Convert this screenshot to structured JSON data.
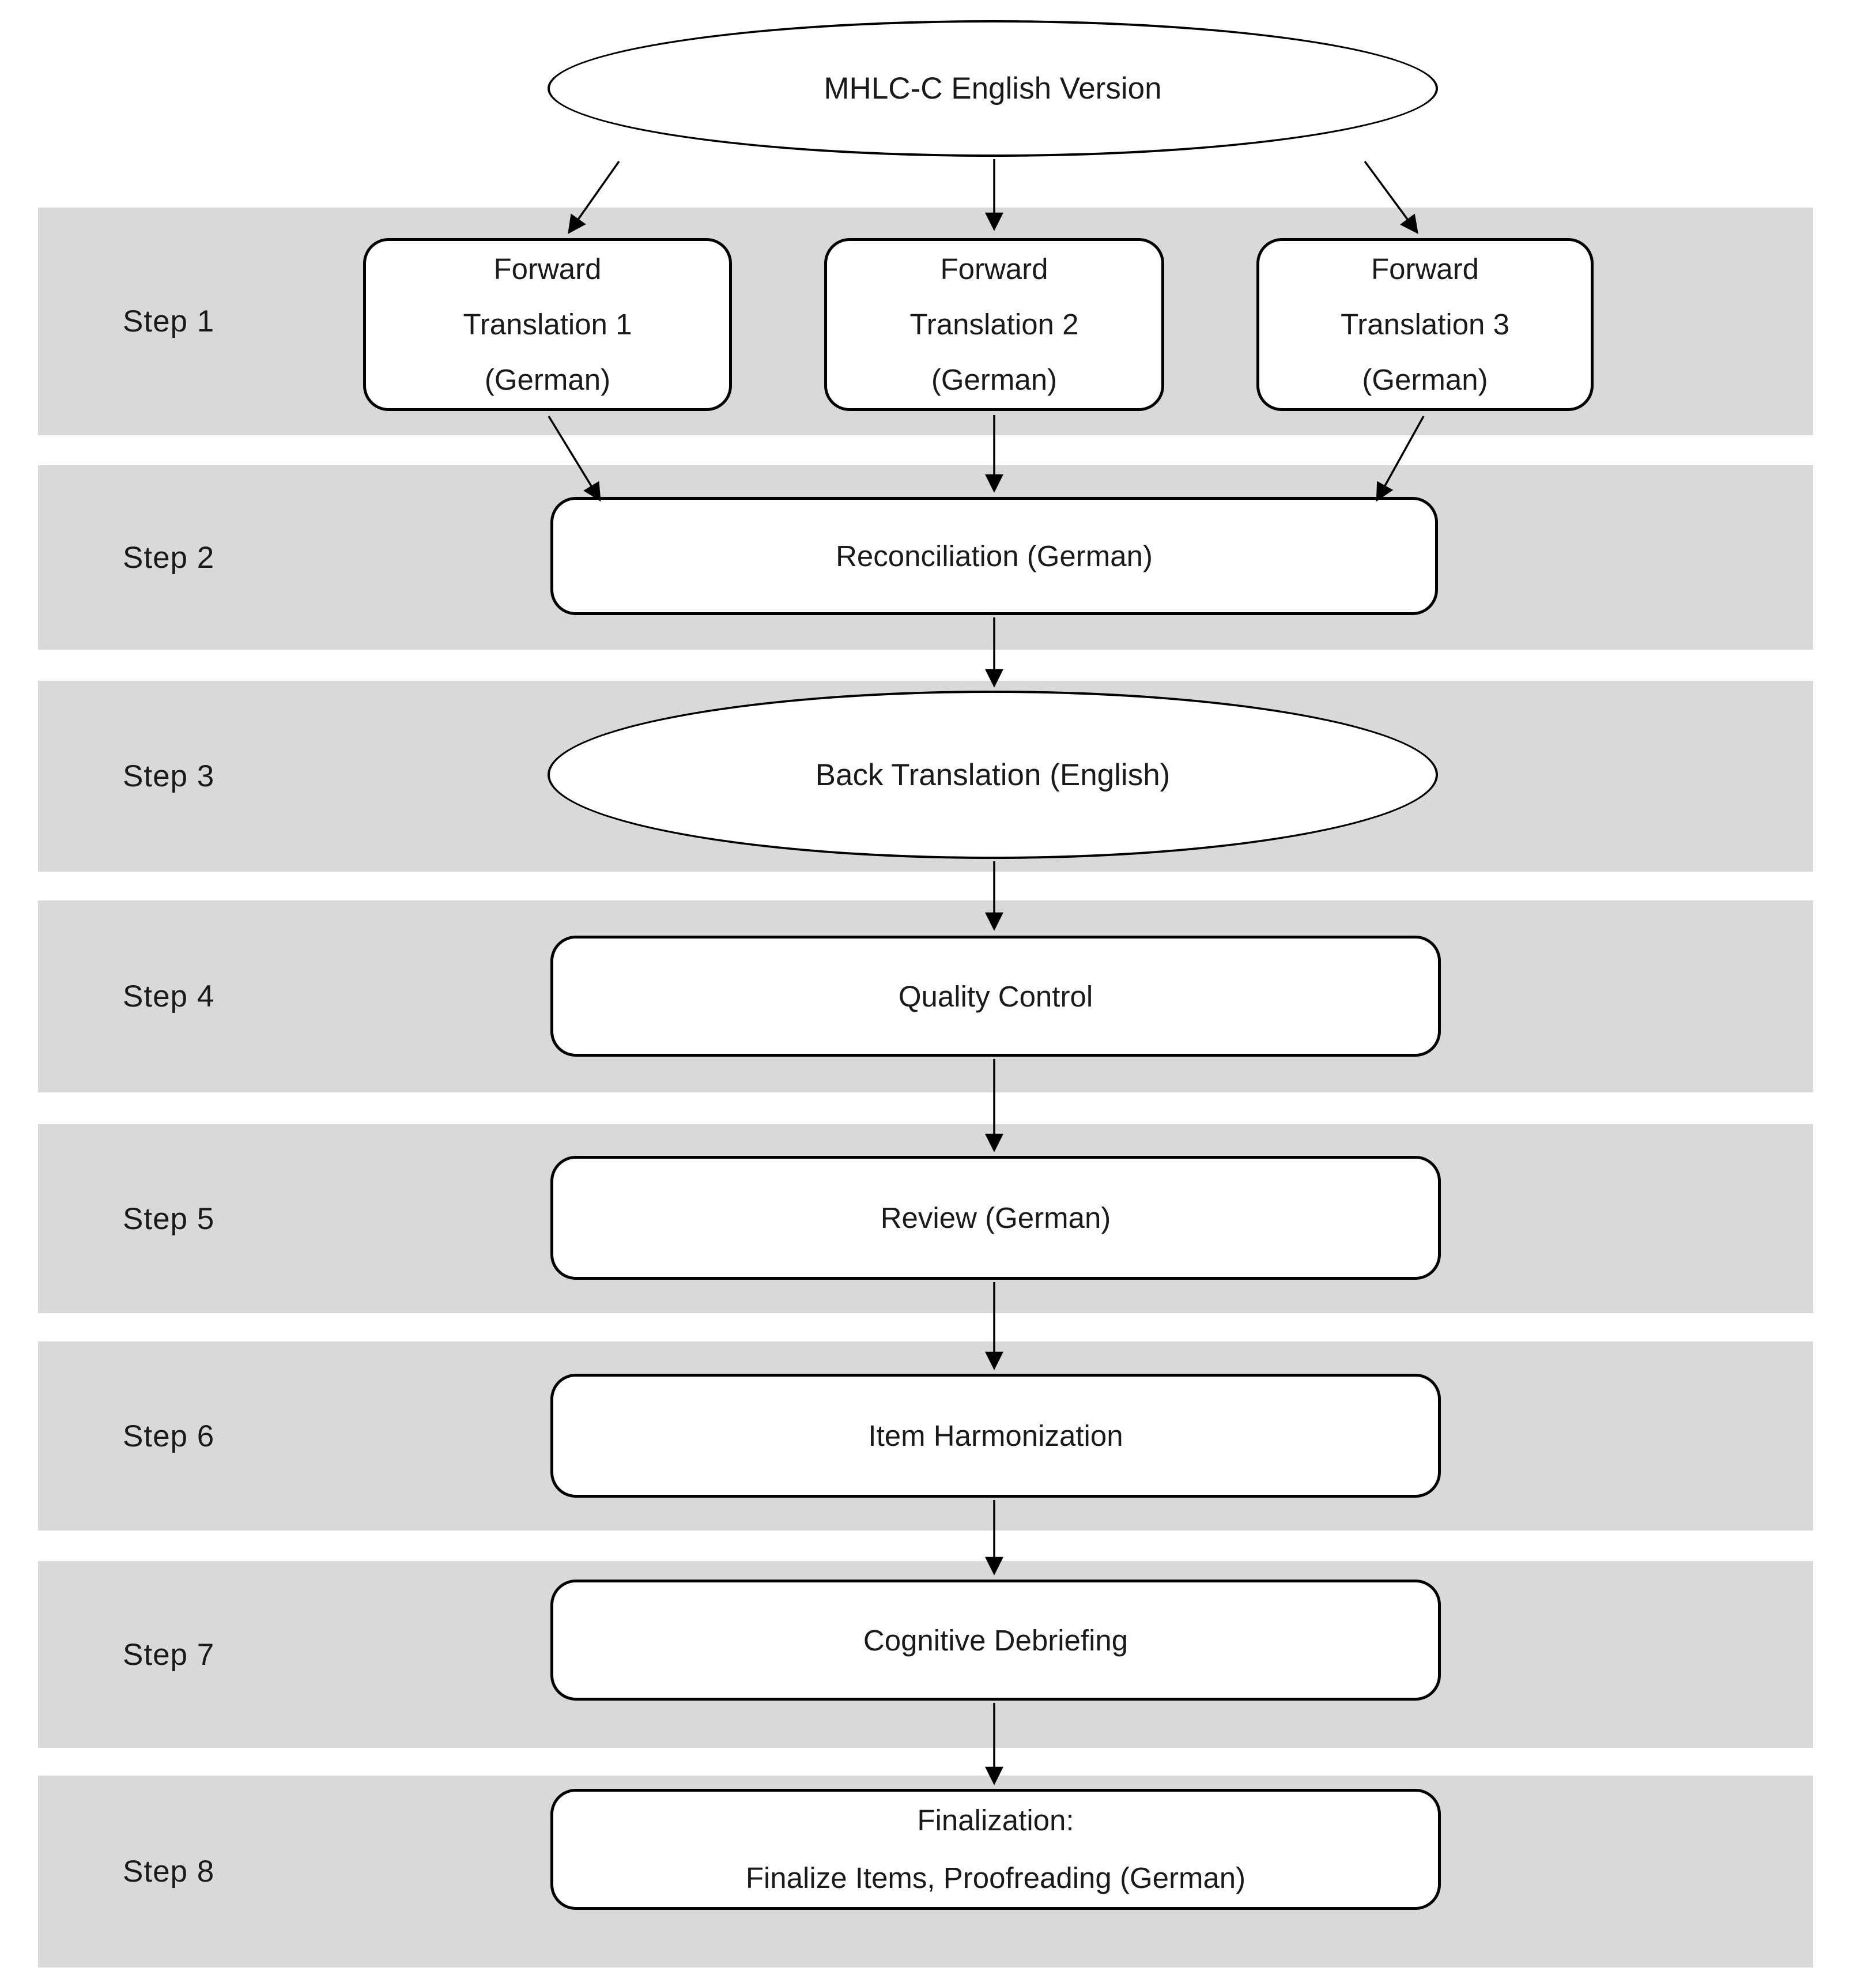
{
  "diagram": {
    "source_label": "MHLC-C English Version",
    "steps": [
      {
        "label": "Step 1",
        "nodes": [
          "Forward\nTranslation 1\n(German)",
          "Forward\nTranslation 2\n(German)",
          "Forward\nTranslation 3\n(German)"
        ]
      },
      {
        "label": "Step 2",
        "node": "Reconciliation (German)"
      },
      {
        "label": "Step 3",
        "node": "Back Translation (English)"
      },
      {
        "label": "Step 4",
        "node": "Quality Control"
      },
      {
        "label": "Step 5",
        "node": "Review (German)"
      },
      {
        "label": "Step 6",
        "node": "Item Harmonization"
      },
      {
        "label": "Step 7",
        "node": "Cognitive Debriefing"
      },
      {
        "label": "Step 8",
        "node": "Finalization:\nFinalize Items, Proofreading (German)"
      }
    ],
    "colors": {
      "band": "#d9d9d9",
      "node_fill": "#ffffff",
      "stroke": "#000000",
      "text": "#1a1a1a"
    }
  }
}
